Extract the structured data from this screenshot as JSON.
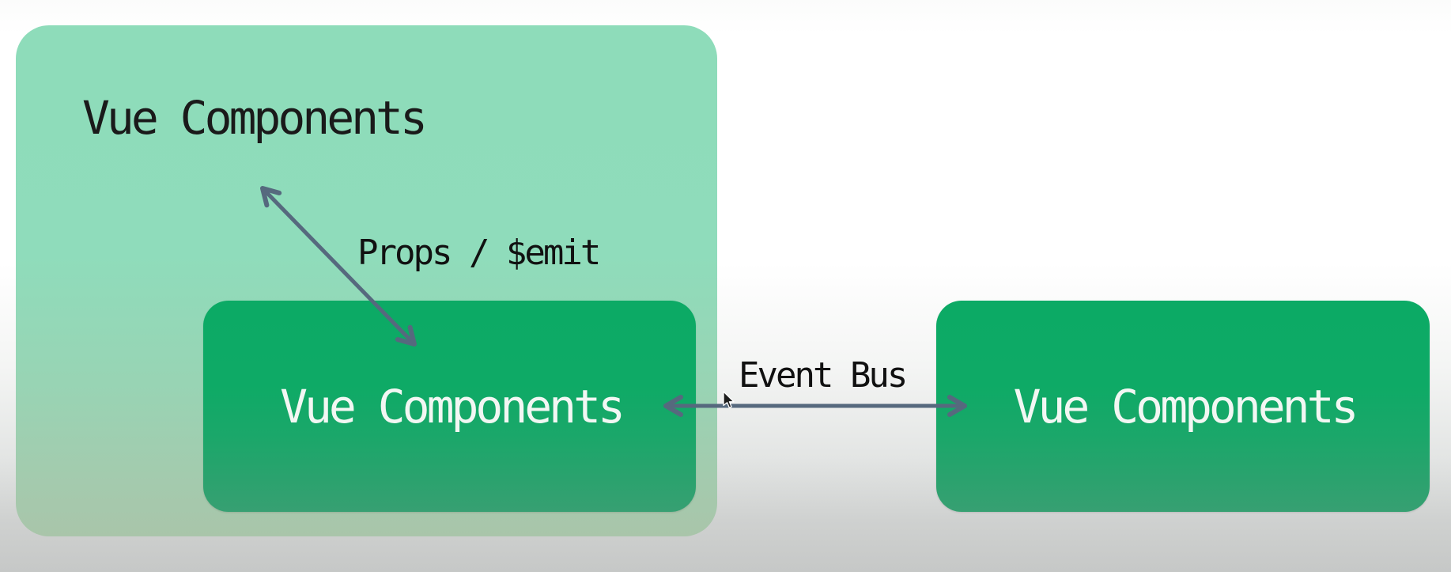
{
  "colors": {
    "outer_box_green": "#8edcba",
    "component_box_green": "#0caa65",
    "arrow_slate": "#56697e",
    "group_title_text": "#1a1a1a",
    "box_label_text": "#f2f7f3",
    "connection_label_text": "#111111",
    "background_bottom_gray": "#c6c8c7"
  },
  "outer_box": {
    "label": "Vue Components"
  },
  "inner_box": {
    "label": "Vue Components"
  },
  "right_box": {
    "label": "Vue Components"
  },
  "connections": {
    "props_emit": {
      "label": "Props / $emit"
    },
    "event_bus": {
      "label": "Event Bus"
    }
  }
}
